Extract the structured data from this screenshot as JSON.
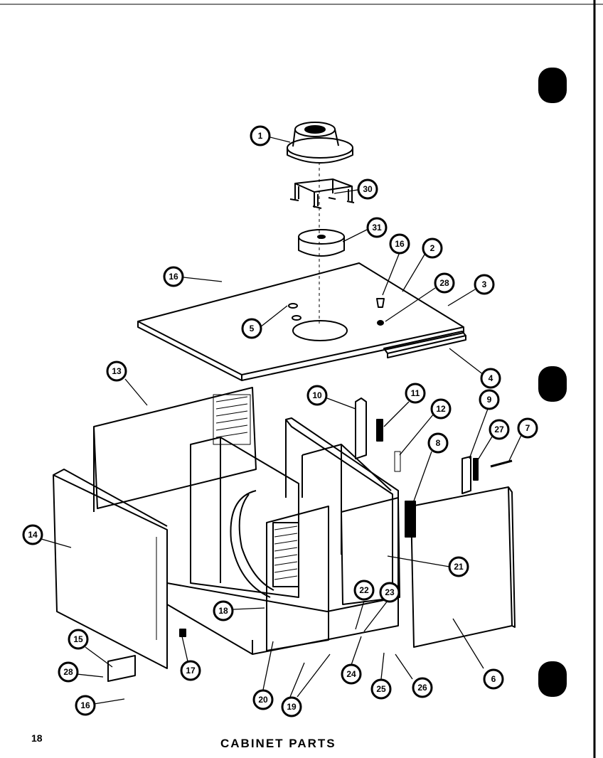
{
  "footer": {
    "page_number": "18",
    "caption": "CABINET PARTS"
  },
  "callouts": [
    {
      "id": "c1",
      "label": "1"
    },
    {
      "id": "c30",
      "label": "30"
    },
    {
      "id": "c31",
      "label": "31"
    },
    {
      "id": "c16a",
      "label": "16"
    },
    {
      "id": "c2",
      "label": "2"
    },
    {
      "id": "c16b",
      "label": "16"
    },
    {
      "id": "c28a",
      "label": "28"
    },
    {
      "id": "c3",
      "label": "3"
    },
    {
      "id": "c5",
      "label": "5"
    },
    {
      "id": "c4",
      "label": "4"
    },
    {
      "id": "c13",
      "label": "13"
    },
    {
      "id": "c10",
      "label": "10"
    },
    {
      "id": "c11",
      "label": "11"
    },
    {
      "id": "c12",
      "label": "12"
    },
    {
      "id": "c9",
      "label": "9"
    },
    {
      "id": "c27",
      "label": "27"
    },
    {
      "id": "c7",
      "label": "7"
    },
    {
      "id": "c8",
      "label": "8"
    },
    {
      "id": "c14",
      "label": "14"
    },
    {
      "id": "c21",
      "label": "21"
    },
    {
      "id": "c22",
      "label": "22"
    },
    {
      "id": "c23",
      "label": "23"
    },
    {
      "id": "c18",
      "label": "18"
    },
    {
      "id": "c15",
      "label": "15"
    },
    {
      "id": "c17",
      "label": "17"
    },
    {
      "id": "c28b",
      "label": "28"
    },
    {
      "id": "c24",
      "label": "24"
    },
    {
      "id": "c6",
      "label": "6"
    },
    {
      "id": "c20",
      "label": "20"
    },
    {
      "id": "c19",
      "label": "19"
    },
    {
      "id": "c25",
      "label": "25"
    },
    {
      "id": "c26",
      "label": "26"
    },
    {
      "id": "c16c",
      "label": "16"
    }
  ]
}
